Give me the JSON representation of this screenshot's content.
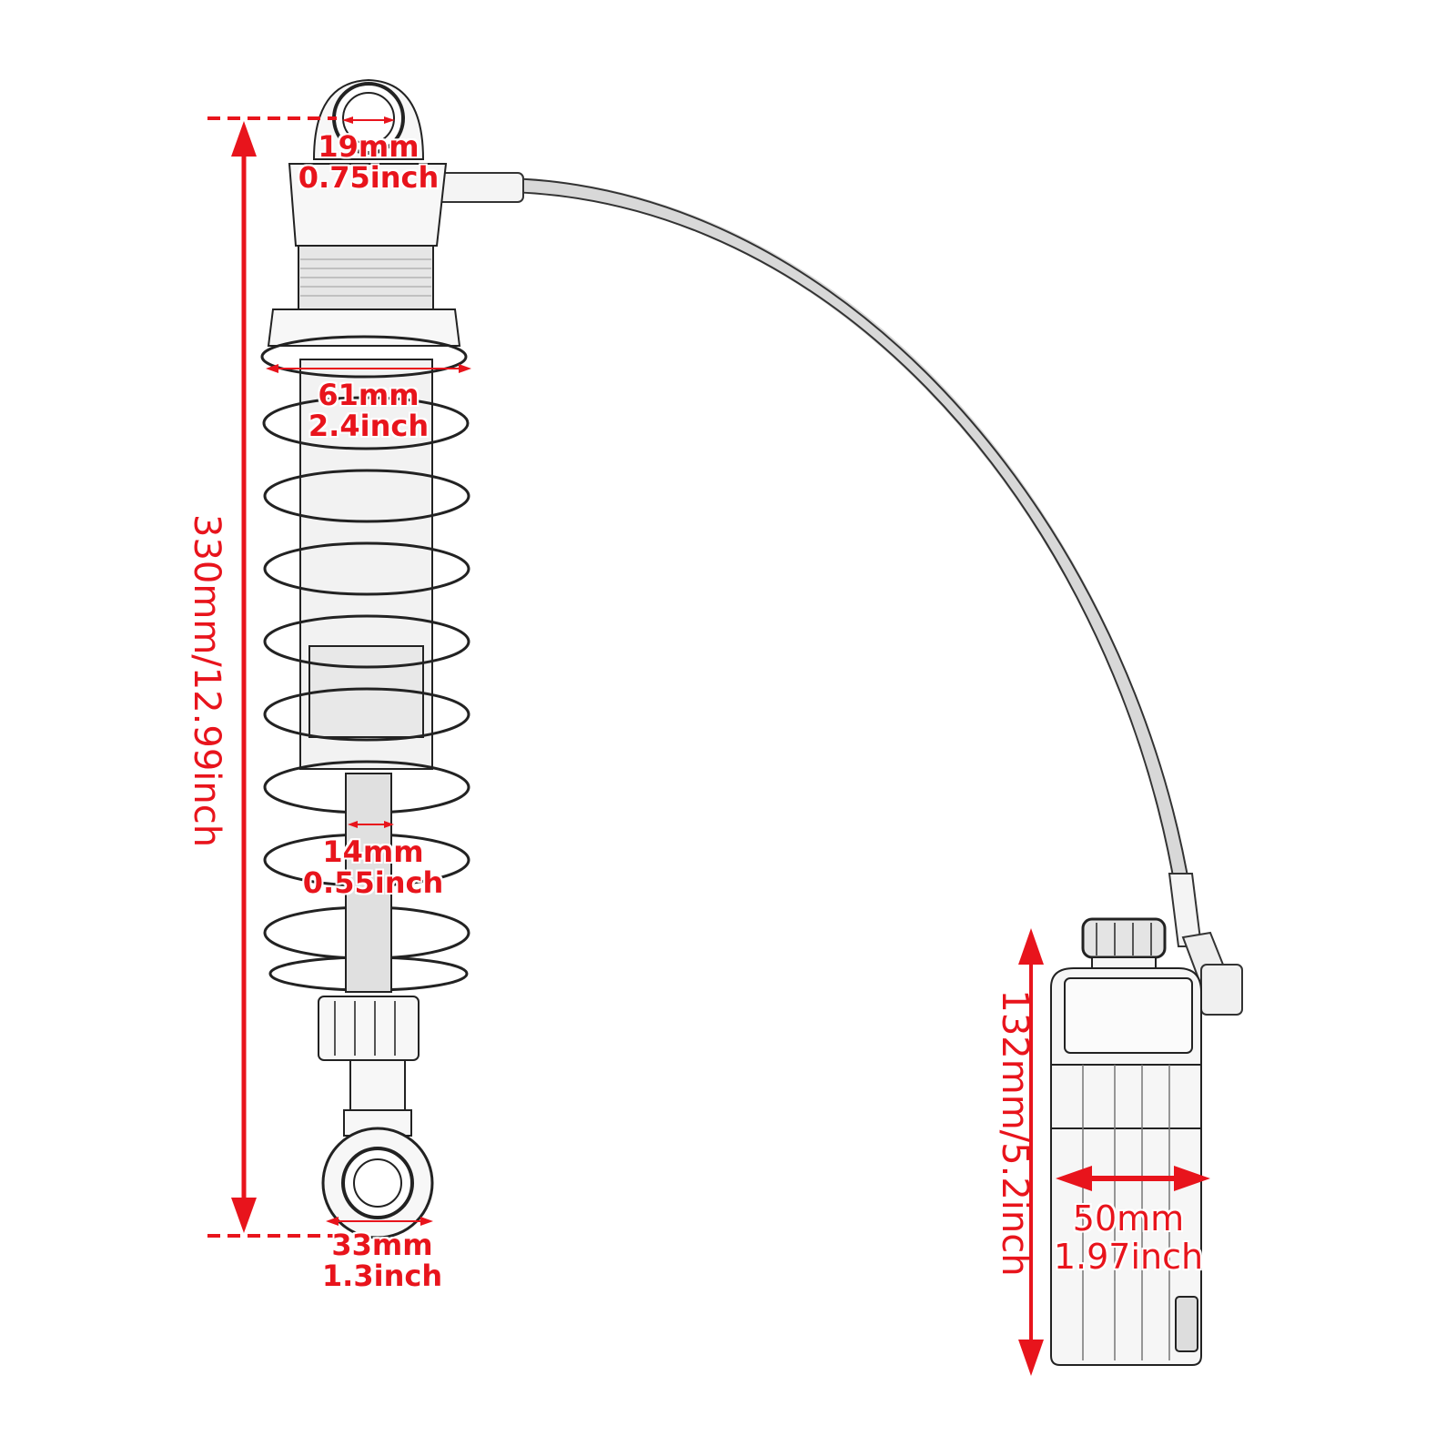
{
  "diagram": {
    "subject": "Motorcycle rear shock absorber with remote piggyback reservoir",
    "annotation_color": "#e8141c",
    "line_color": "#222222",
    "dimensions": {
      "top_eye": {
        "mm": "19mm",
        "inch": "0.75inch"
      },
      "spring_outer": {
        "mm": "61mm",
        "inch": "2.4inch"
      },
      "shaft": {
        "mm": "14mm",
        "inch": "0.55inch"
      },
      "bottom_eye": {
        "mm": "33mm",
        "inch": "1.3inch"
      },
      "overall_length": {
        "label": "330mm/12.99inch"
      },
      "reservoir_length": {
        "label": "132mm/5.2inch"
      },
      "reservoir_diameter": {
        "mm": "50mm",
        "inch": "1.97inch"
      }
    }
  }
}
